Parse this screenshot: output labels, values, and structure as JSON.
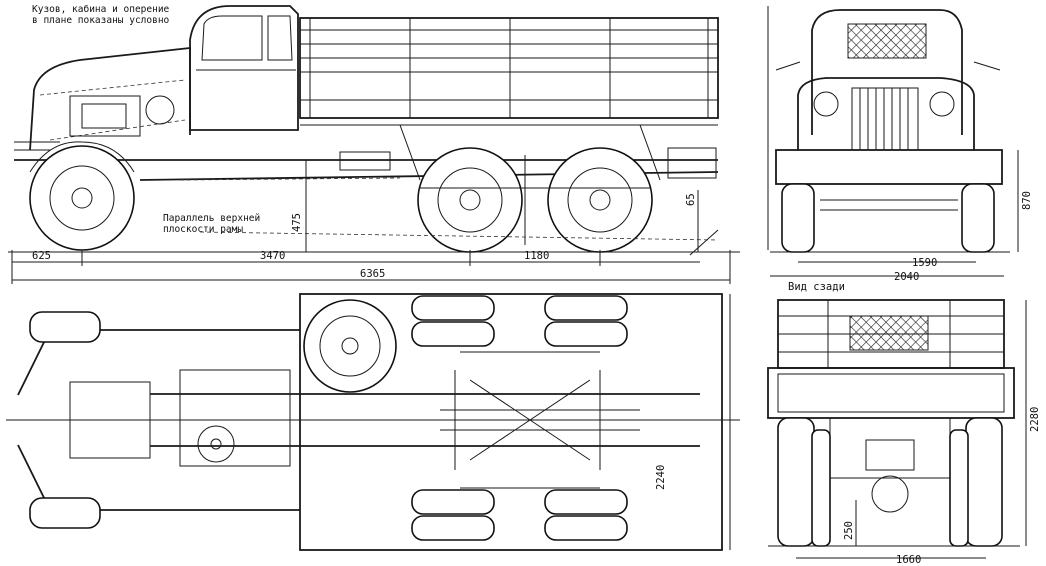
{
  "notes": {
    "top_left_line1": "Кузов, кабина и оперение",
    "top_left_line2": "в плане показаны условно",
    "frame_label_line1": "Параллель верхней",
    "frame_label_line2": "плоскости рамы",
    "rear_view_title": "Вид сзади"
  },
  "dimensions": {
    "side_front_overhang": "625",
    "side_wheelbase": "3470",
    "side_rear_bogie": "1180",
    "side_total_length": "6365",
    "side_frame_height": "475",
    "side_small_angle": "65",
    "front_track": "1590",
    "front_width": "2040",
    "front_height_right": "870",
    "plan_width": "2240",
    "rear_height_right": "2280",
    "rear_ground_clearance": "250",
    "rear_track": "1660"
  }
}
